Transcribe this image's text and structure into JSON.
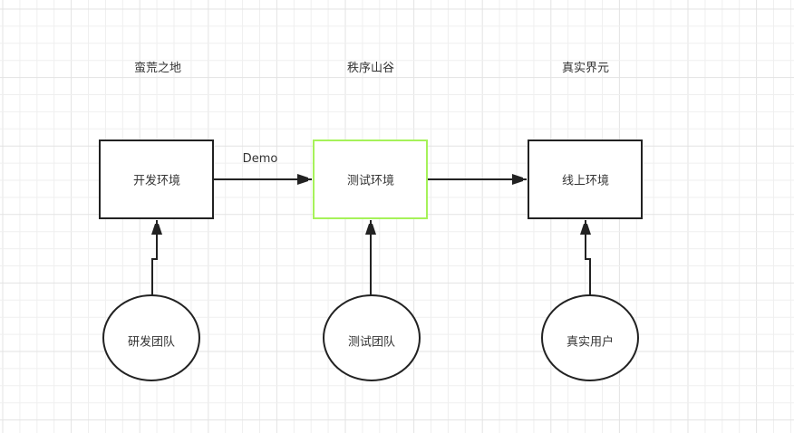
{
  "colors": {
    "grid_minor": "#efefef",
    "grid_major": "#e3e3e3",
    "stroke": "#222222",
    "highlight": "#a6f25a",
    "fill": "#ffffff",
    "text": "#333333"
  },
  "zones": [
    {
      "id": "zone-1",
      "label": "蛮荒之地"
    },
    {
      "id": "zone-2",
      "label": "秩序山谷"
    },
    {
      "id": "zone-3",
      "label": "真实界元"
    }
  ],
  "environments": [
    {
      "id": "dev-env",
      "label": "开发环境",
      "highlighted": false
    },
    {
      "id": "test-env",
      "label": "测试环境",
      "highlighted": true
    },
    {
      "id": "prod-env",
      "label": "线上环境",
      "highlighted": false
    }
  ],
  "actors": [
    {
      "id": "dev-team",
      "label": "研发团队",
      "target": "dev-env"
    },
    {
      "id": "test-team",
      "label": "测试团队",
      "target": "test-env"
    },
    {
      "id": "real-users",
      "label": "真实用户",
      "target": "prod-env"
    }
  ],
  "edges": [
    {
      "from": "dev-env",
      "to": "test-env",
      "label": "Demo"
    },
    {
      "from": "test-env",
      "to": "prod-env",
      "label": ""
    }
  ]
}
